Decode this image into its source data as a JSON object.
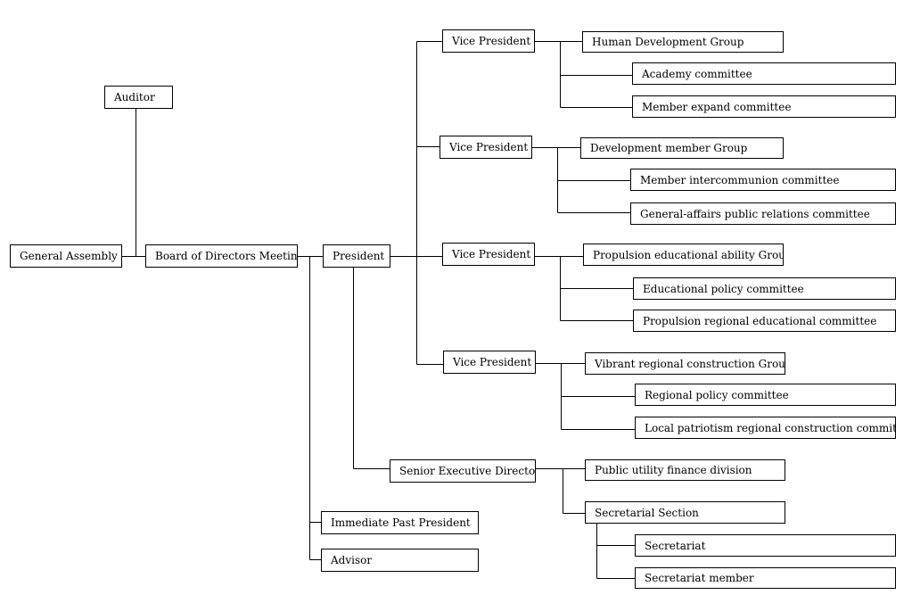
{
  "nodes": {
    "auditor": "Auditor",
    "general_assembly": "General Assembly",
    "board": "Board of Directors Meeting",
    "president": "President",
    "vp1": "Vice President",
    "vp2": "Vice President",
    "vp3": "Vice President",
    "vp4": "Vice President",
    "senior_exec": "Senior Executive Director",
    "past_president": "Immediate Past President",
    "advisor": "Advisor",
    "human_dev_group": "Human Development Group",
    "academy": "Academy committee",
    "member_expand": "Member expand committee",
    "dev_member_group": "Development member Group",
    "member_intercomm": "Member intercommunion committee",
    "general_affairs": "General-affairs public relations committee",
    "propulsion_group": "Propulsion educational ability Group",
    "edu_policy": "Educational policy committee",
    "propulsion_regional": "Propulsion regional educational committee",
    "vibrant_group": "Vibrant regional construction Group",
    "regional_policy": "Regional policy committee",
    "local_patriotism": "Local patriotism regional construction committee",
    "public_utility": "Public utility finance division",
    "secretarial_section": "Secretarial Section",
    "secretariat": "Secretariat",
    "secretariat_member": "Secretariat member"
  }
}
